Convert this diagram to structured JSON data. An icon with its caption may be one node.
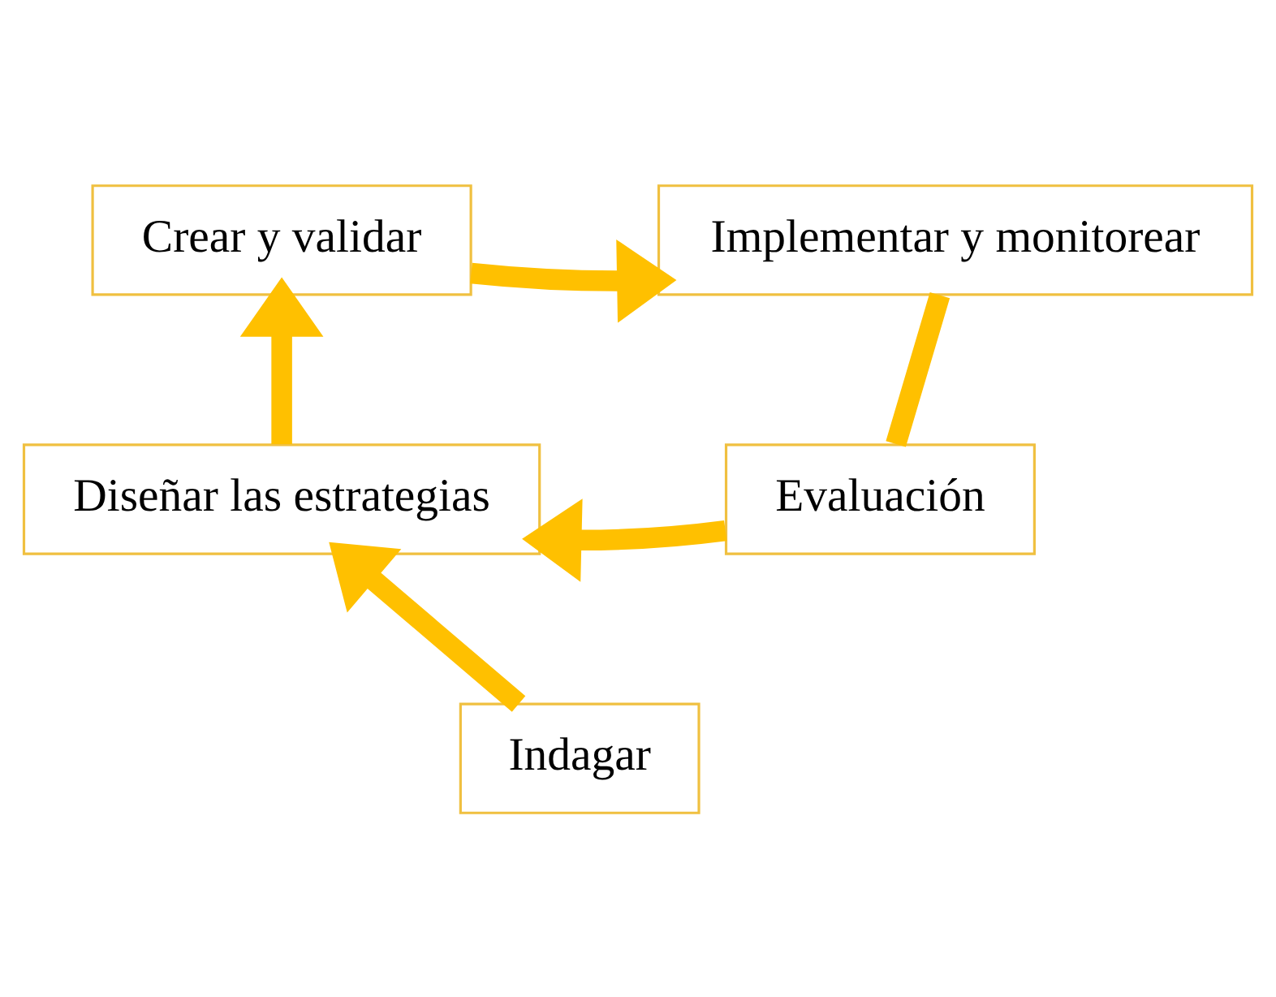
{
  "diagram": {
    "nodes": [
      {
        "text": [
          "Crear y validar"
        ]
      },
      {
        "text": [
          "Implementar y monitorear"
        ]
      },
      {
        "text": [
          "Diseñar las estrategias"
        ]
      },
      {
        "text": [
          "Evaluación"
        ]
      },
      {
        "text": [
          "Indagar"
        ]
      }
    ],
    "edges": [
      {
        "from": 4,
        "to": 2,
        "arrow": "to"
      },
      {
        "from": 2,
        "to": 0,
        "arrow": "to"
      },
      {
        "from": 0,
        "to": 1,
        "arrow": "to"
      },
      {
        "from": 1,
        "to": 3,
        "arrow": "none"
      },
      {
        "from": 3,
        "to": 2,
        "arrow": "to"
      }
    ]
  }
}
